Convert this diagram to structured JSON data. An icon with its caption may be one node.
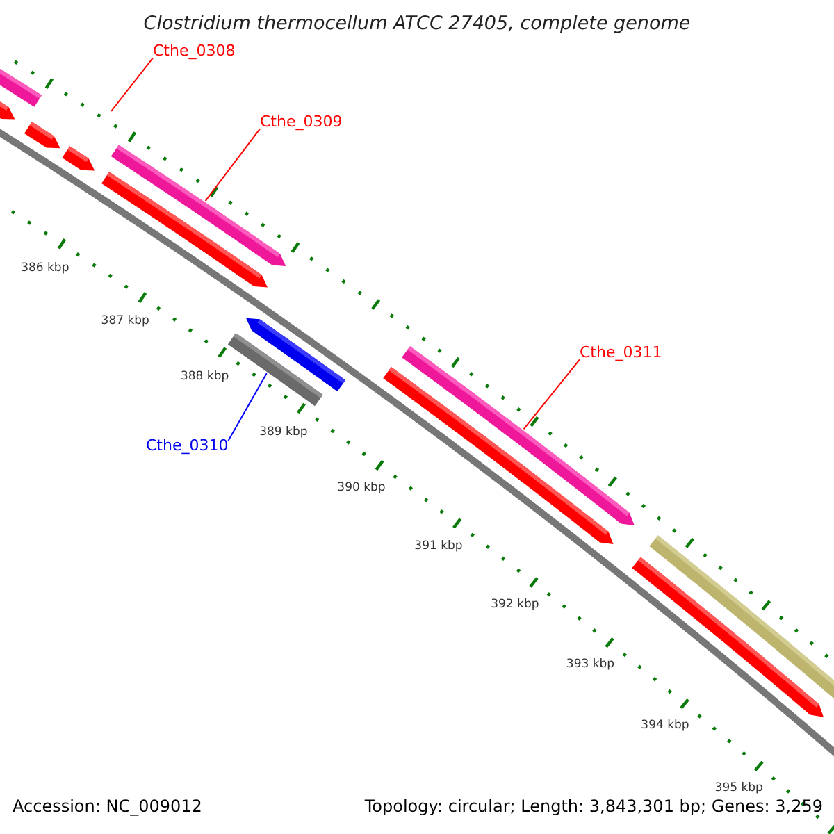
{
  "diagram": {
    "title": "Clostridium thermocellum ATCC 27405, complete genome",
    "nodes": [
      {
        "text": [
          "Cthe_0308"
        ]
      },
      {
        "text": [
          "Cthe_0309"
        ]
      },
      {
        "text": [
          "Cthe_0310"
        ]
      },
      {
        "text": [
          "Cthe_0311"
        ]
      },
      {
        "text": [],
        "shape": "bar"
      },
      {
        "text": [],
        "shape": "bar"
      },
      {
        "text": [],
        "shape": "bar"
      },
      {
        "text": [],
        "shape": "bar"
      },
      {
        "text": [],
        "shape": "bar"
      },
      {
        "text": [],
        "shape": "bar"
      },
      {
        "text": [],
        "shape": "bar"
      },
      {
        "text": [],
        "shape": "bar"
      },
      {
        "text": [],
        "shape": "bar"
      },
      {
        "text": [],
        "shape": "bar"
      },
      {
        "text": [],
        "shape": "bar"
      },
      {
        "text": [],
        "shape": "bar"
      }
    ],
    "edges": [
      {
        "from": 0,
        "to": null,
        "arrow": "none"
      },
      {
        "from": 1,
        "to": 9,
        "arrow": "none"
      },
      {
        "from": 2,
        "to": 10,
        "arrow": "none",
        "color": "#0000ff"
      },
      {
        "from": 3,
        "to": 13,
        "arrow": "none"
      }
    ],
    "labels": [
      "386 kbp",
      "387 kbp",
      "388 kbp",
      "389 kbp",
      "390 kbp",
      "391 kbp",
      "392 kbp",
      "393 kbp",
      "394 kbp",
      "395 kbp",
      "Accession: NC_009012",
      "Topology: circular; Length: 3,843,301 bp; Genes: 3,259"
    ]
  }
}
